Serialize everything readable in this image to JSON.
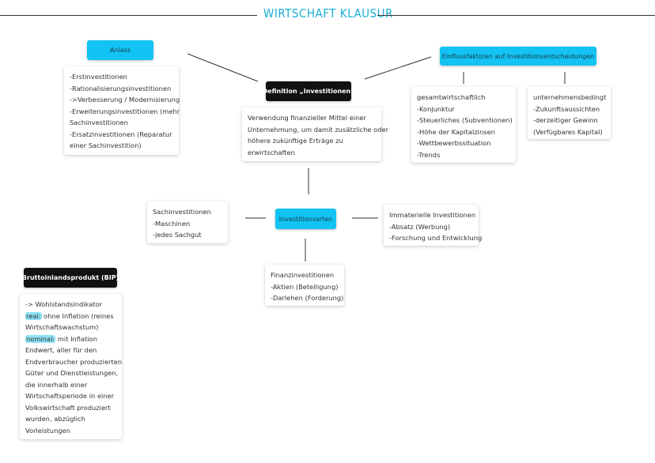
{
  "title": "WIRTSCHAFT KLAUSUR",
  "nodes": {
    "anlass": {
      "label": "Anlass",
      "items": [
        "-Erstinvestitionen",
        "-Rationalisierungsinvestitionen",
        "->Verbesserung / Modernisierung",
        "-Erweiterungsinvestitionen (mehr",
        "Sachinvestitionen",
        "-Ersatzinvestitionen (Reparatur",
        "einer Sachinvestition)"
      ]
    },
    "definition": {
      "label": "Definition „Investitionen“",
      "items": [
        "Verwendung finanzieller Mittel einer",
        "Unternehmung, um damit zusätzliche oder",
        "höhere zukünftige Erträge zu",
        "erwirtschaften"
      ]
    },
    "einfluss": {
      "label": "Einflussfaktoren auf Investitionsentscheidungen",
      "gesamt": [
        "gesamtwirtschaftlich",
        "-Konjunktur",
        "-Steuerliches (Subventionen)",
        "-Höhe der Kapitalzinsen",
        "-Wettbewerbssituation",
        "-Trends"
      ],
      "unternehmen": [
        "unternehmensbedingt",
        "-Zukunftsaussichten",
        "-derzeitiger Gewinn",
        "(Verfügbares Kapital)"
      ]
    },
    "arten": {
      "label": "Investitionsarten",
      "sach": [
        "Sachinvestitionen",
        "-Maschinen",
        "-jedes Sachgut"
      ],
      "immateriell": [
        "Immaterielle Investitionen",
        "-Absatz (Werbung)",
        "-Forschung und Entwicklung"
      ],
      "finanz": [
        "Finanzinvestitionen",
        "-Aktien (Beteiligung)",
        "-Darlehen (Forderung)"
      ]
    },
    "bip": {
      "label": "Bruttoinlandsprodukt (BIP)",
      "line1": "-> Wohlstandsindikator",
      "real_label": "real:",
      "real_text": " ohne Inflation (reines",
      "line3": "Wirtschaftswachstum)",
      "nominal_label": "nominal:",
      "nominal_text": " mit Inflation",
      "rest": [
        "Endwert, aller für den",
        "Endverbraucher produzierten",
        "Güter und Dienstleistungen,",
        "die innerhalb einer",
        "Wirtschaftsperiode in einer",
        "Volkswirtschaft produziert",
        "wurden, abzüglich",
        "Vorleistungen"
      ]
    }
  },
  "colors": {
    "accent": "#12c3f3",
    "title": "#1ab0d4",
    "dark": "#111111"
  }
}
